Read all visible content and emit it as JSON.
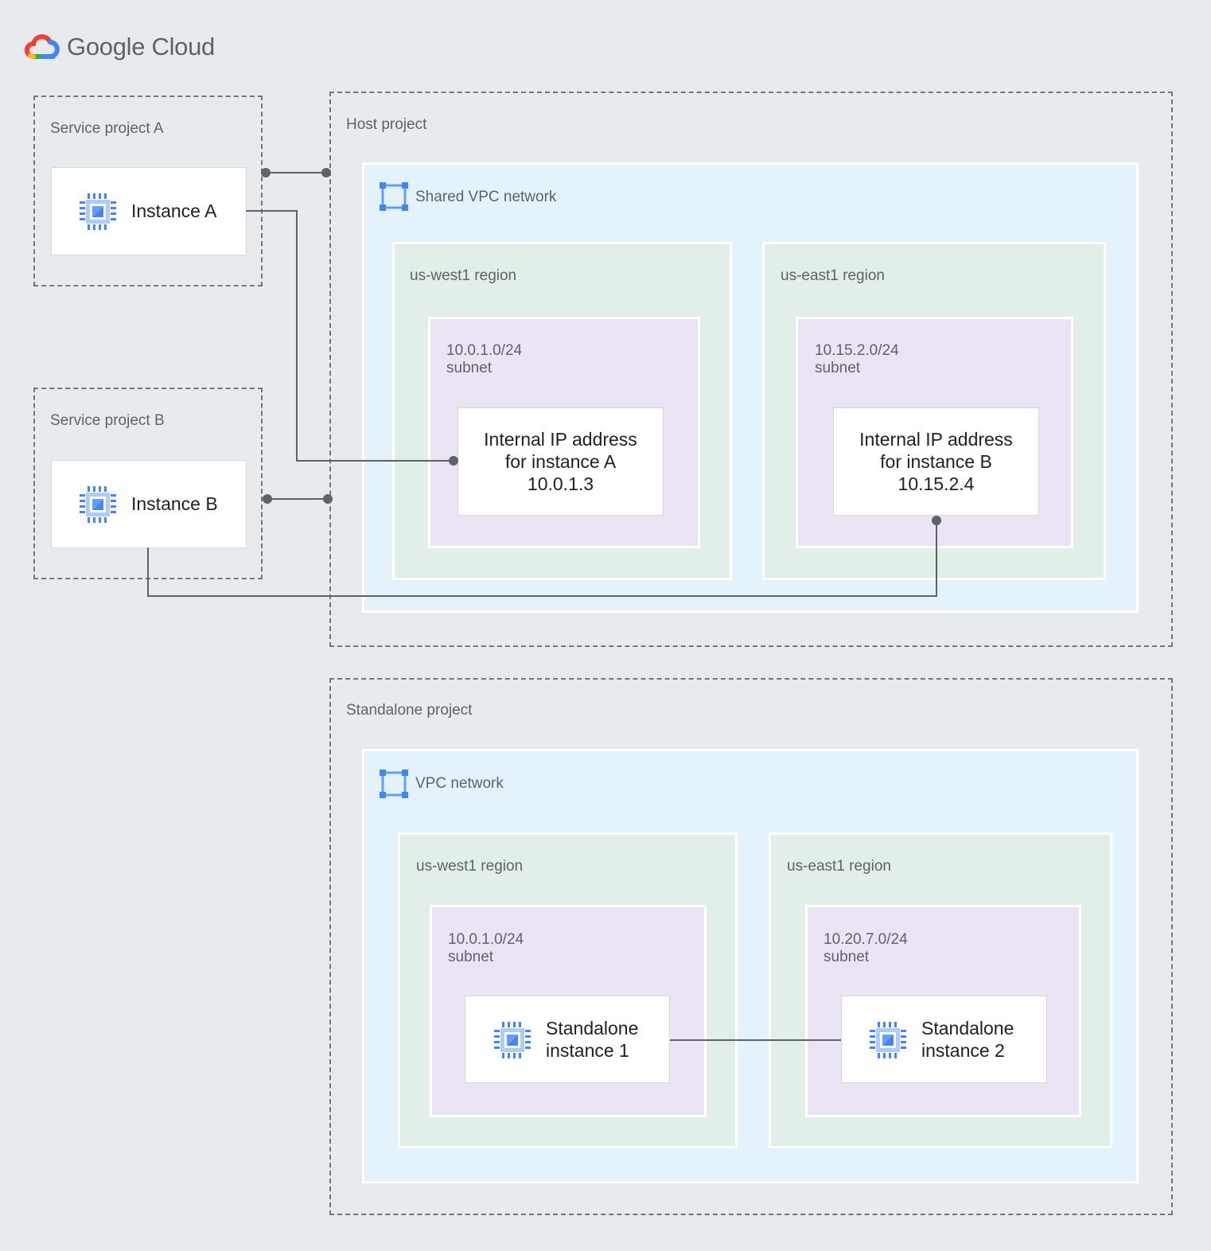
{
  "brand": {
    "name": "Google Cloud",
    "logo_icon": "google-cloud-icon"
  },
  "service_project_a": {
    "title": "Service project A",
    "instance": {
      "name": "Instance A",
      "icon": "compute-engine-icon"
    }
  },
  "service_project_b": {
    "title": "Service project B",
    "instance": {
      "name": "Instance B",
      "icon": "compute-engine-icon"
    }
  },
  "host_project": {
    "title": "Host project",
    "network": {
      "title": "Shared VPC network",
      "icon": "vpc-network-icon"
    },
    "regions": [
      {
        "title": "us-west1 region",
        "subnet_cidr": "10.0.1.0/24",
        "subnet_label": "subnet",
        "ip_box": {
          "line1": "Internal IP address",
          "line2": "for instance A",
          "ip": "10.0.1.3"
        }
      },
      {
        "title": "us-east1 region",
        "subnet_cidr": "10.15.2.0/24",
        "subnet_label": "subnet",
        "ip_box": {
          "line1": "Internal IP address",
          "line2": "for instance B",
          "ip": "10.15.2.4"
        }
      }
    ]
  },
  "standalone_project": {
    "title": "Standalone project",
    "network": {
      "title": "VPC network",
      "icon": "vpc-network-icon"
    },
    "regions": [
      {
        "title": "us-west1 region",
        "subnet_cidr": "10.0.1.0/24",
        "subnet_label": "subnet",
        "instance": {
          "line1": "Standalone",
          "line2": "instance 1",
          "icon": "compute-engine-icon"
        }
      },
      {
        "title": "us-east1 region",
        "subnet_cidr": "10.20.7.0/24",
        "subnet_label": "subnet",
        "instance": {
          "line1": "Standalone",
          "line2": "instance 2",
          "icon": "compute-engine-icon"
        }
      }
    ]
  },
  "colors": {
    "connector": "#5f6368",
    "vpc_fill": "#e3f2fb",
    "region_fill": "#e2efe9",
    "subnet_fill": "#ebe4f4",
    "icon_blue": "#4285f4"
  }
}
